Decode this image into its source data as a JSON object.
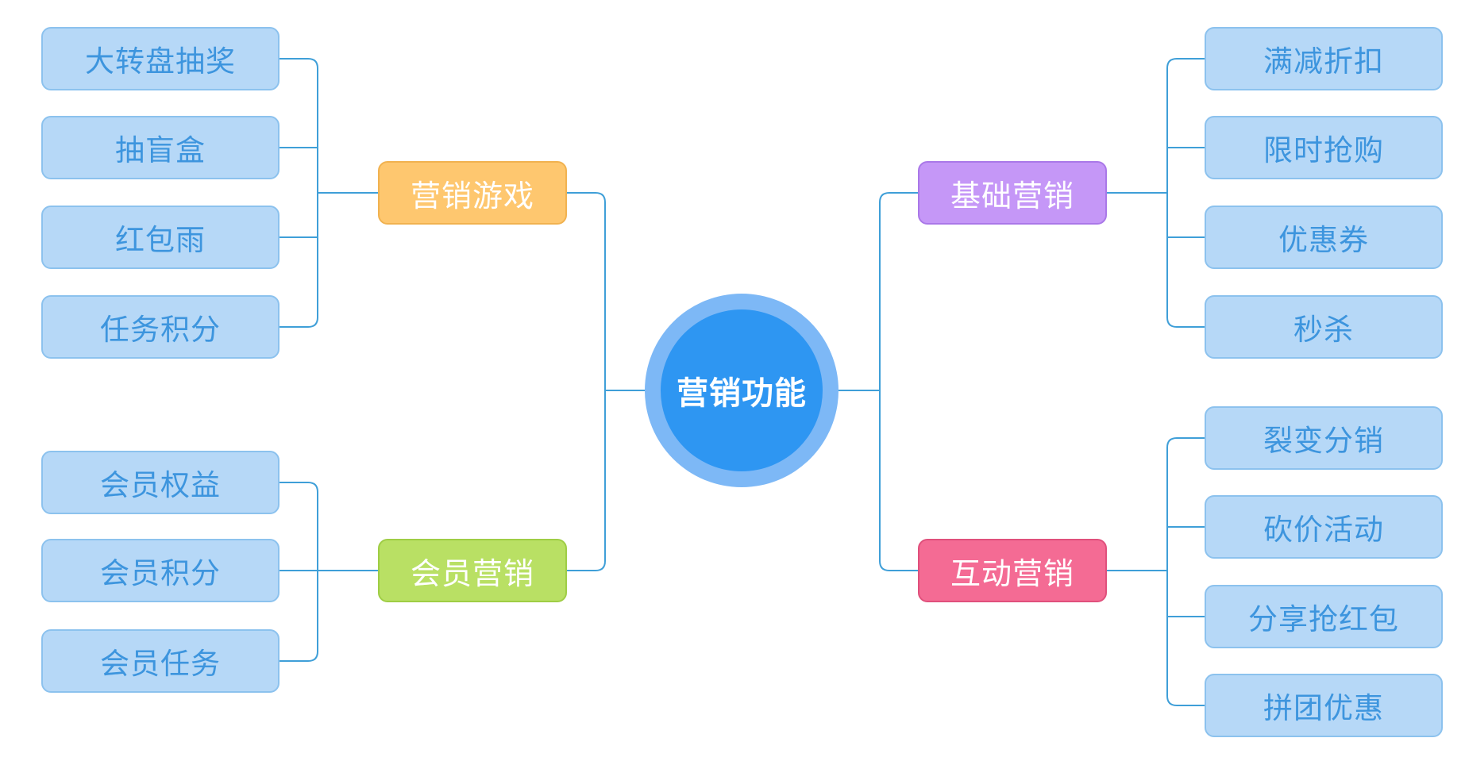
{
  "center": {
    "label": "营销功能"
  },
  "branches": {
    "game": {
      "label": "营销游戏",
      "items": [
        "大转盘抽奖",
        "抽盲盒",
        "红包雨",
        "任务积分"
      ]
    },
    "member": {
      "label": "会员营销",
      "items": [
        "会员权益",
        "会员积分",
        "会员任务"
      ]
    },
    "basic": {
      "label": "基础营销",
      "items": [
        "满减折扣",
        "限时抢购",
        "优惠券",
        "秒杀"
      ]
    },
    "interact": {
      "label": "互动营销",
      "items": [
        "裂变分销",
        "砍价活动",
        "分享抢红包",
        "拼团优惠"
      ]
    }
  },
  "colors": {
    "leaf_fill": "#b6d8f7",
    "leaf_text": "#3d95de",
    "line": "#3f9fd8",
    "game": "#fec76f",
    "member": "#b9e064",
    "basic": "#c597f7",
    "interact": "#f46b94",
    "center": "#2e96f2"
  }
}
